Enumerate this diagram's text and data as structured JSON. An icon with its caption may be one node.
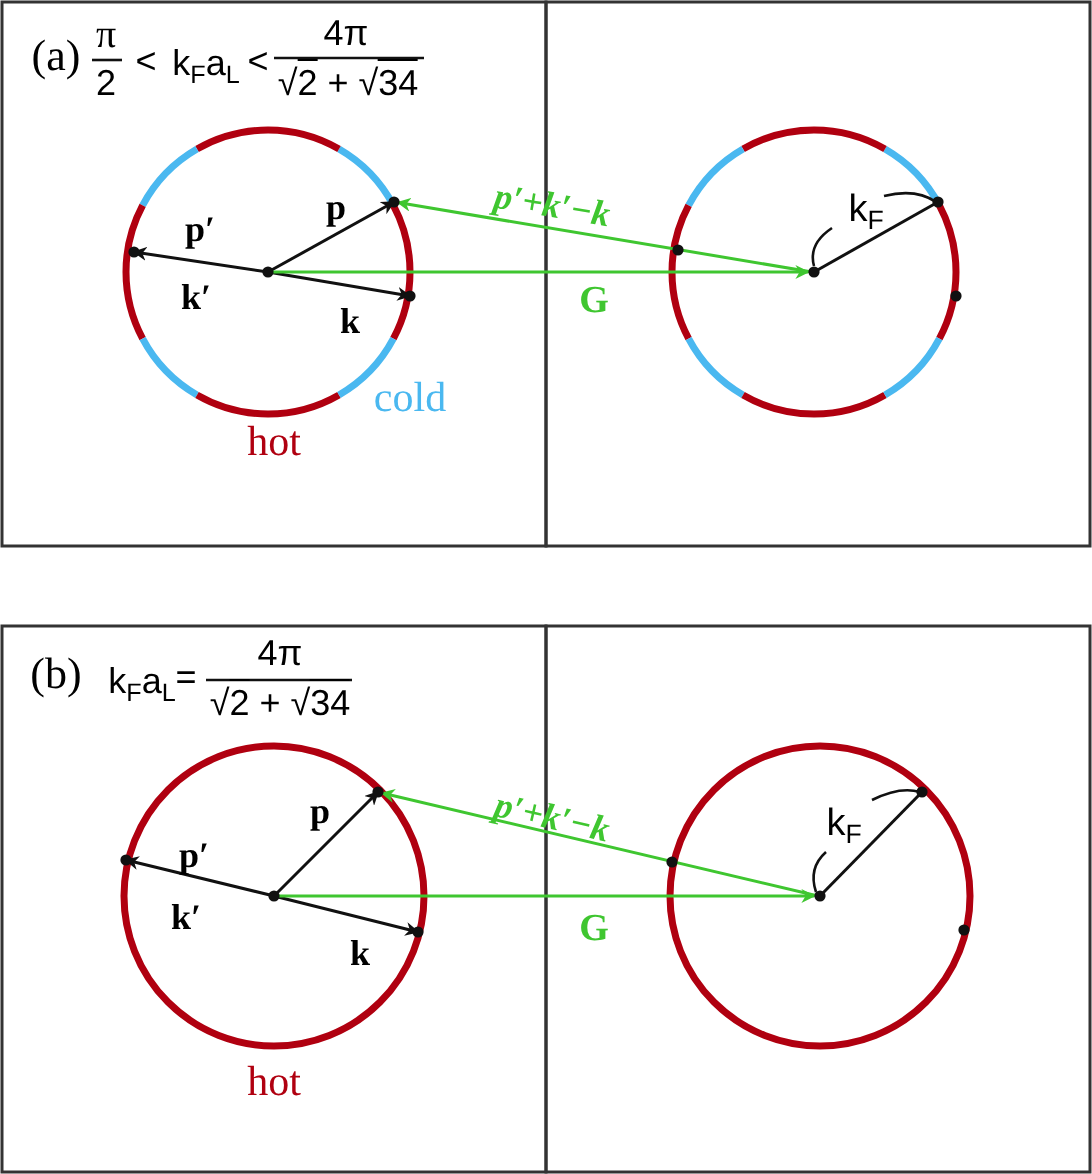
{
  "diagram": {
    "labels": [
      "(a)",
      "π",
      "2",
      "<",
      "k$_{F}$a$_{L}$",
      "<",
      "4π",
      "√2 + √34",
      "p′",
      "p",
      "p′+k′−k",
      "k′",
      "G",
      "k",
      "k$_{F}$",
      "cold",
      "hot",
      "(b)",
      "k$_{F}$a$_{L}$",
      "=",
      "4π",
      "√2 + √34",
      "p",
      "p′+k′−k",
      "p′",
      "k$_{F}$",
      "k′",
      "G",
      "k",
      "hot"
    ]
  }
}
